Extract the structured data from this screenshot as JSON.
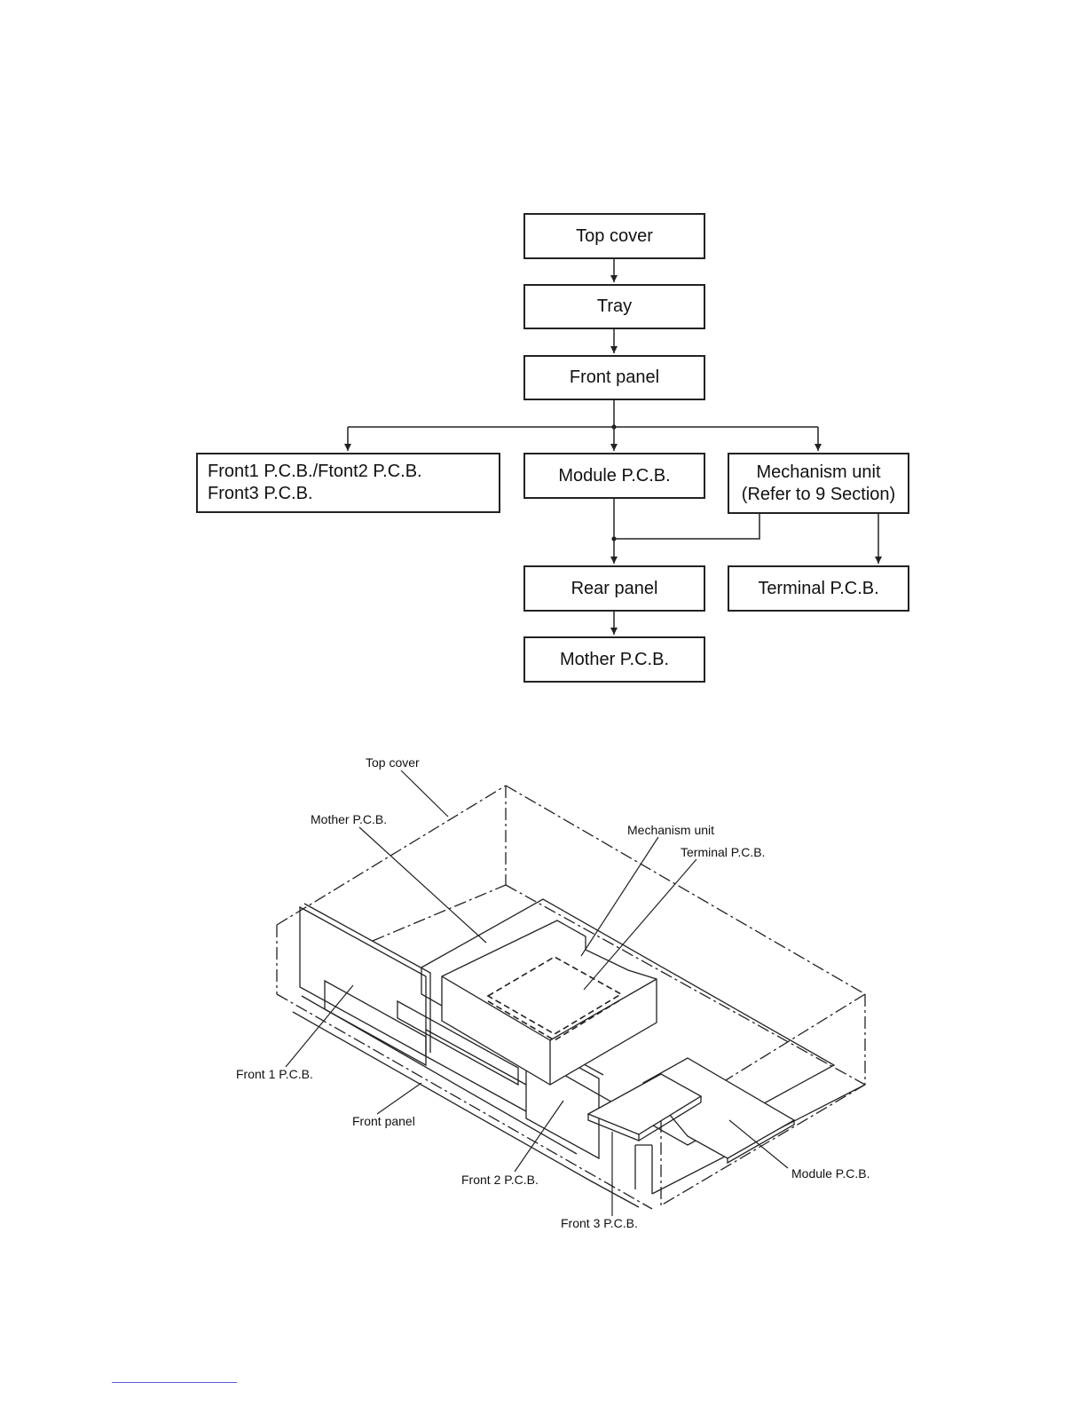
{
  "flow": {
    "top_cover": "Top cover",
    "tray": "Tray",
    "front_panel": "Front panel",
    "front_pcb_line1": "Front1 P.C.B./Ftont2 P.C.B.",
    "front_pcb_line2": "Front3 P.C.B.",
    "module_pcb": "Module P.C.B.",
    "mechanism_line1": "Mechanism unit",
    "mechanism_line2": "(Refer to 9 Section)",
    "rear_panel": "Rear panel",
    "terminal_pcb": "Terminal P.C.B.",
    "mother_pcb": "Mother P.C.B."
  },
  "figure": {
    "top_cover": "Top cover",
    "mother_pcb": "Mother P.C.B.",
    "mechanism_unit": "Mechanism unit",
    "terminal_pcb": "Terminal P.C.B.",
    "front1_pcb": "Front 1 P.C.B.",
    "front_panel": "Front panel",
    "front2_pcb": "Front 2 P.C.B.",
    "front3_pcb": "Front 3 P.C.B.",
    "module_pcb": "Module P.C.B."
  }
}
